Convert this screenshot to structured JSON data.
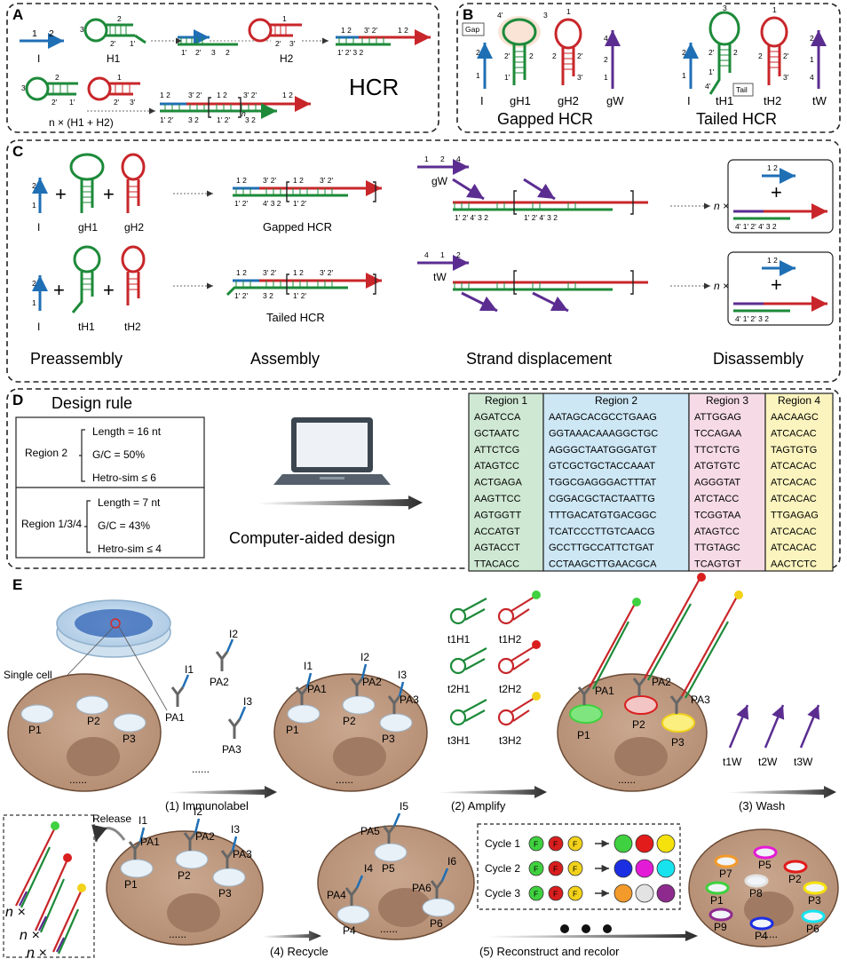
{
  "panels": {
    "A": {
      "label": "A",
      "title": "HCR",
      "strands": {
        "initiator": "I",
        "hairpin1": "H1",
        "hairpin2": "H2",
        "repeat": "n × (H1 + H2)"
      }
    },
    "B": {
      "label": "B",
      "gap_title": "Gapped HCR",
      "tail_title": "Tailed  HCR",
      "gap_tag": "Gap",
      "tail_tag": "Tail",
      "gapped_strands": [
        "I",
        "gH1",
        "gH2",
        "gW"
      ],
      "tailed_strands": [
        "I",
        "tH1",
        "tH2",
        "tW"
      ]
    },
    "C": {
      "label": "C",
      "gapped_caption": "Gapped HCR",
      "tailed_caption": "Tailed HCR",
      "wash_gapped": "gW",
      "wash_tailed": "tW",
      "repeat": "n ×",
      "steps": [
        "Preassembly",
        "Assembly",
        "Strand displacement",
        "Disassembly"
      ],
      "gapped_strands": [
        "I",
        "gH1",
        "gH2"
      ],
      "tailed_strands": [
        "I",
        "tH1",
        "tH2"
      ]
    },
    "D": {
      "label": "D",
      "title": "Design rule",
      "rule_region2": {
        "name": "Region 2",
        "length": "Length = 16 nt",
        "gc": "G/C = 50%",
        "hetero": "Hetro-sim ≤ 6"
      },
      "rule_region134": {
        "name": "Region 1/3/4",
        "length": "Length = 7 nt",
        "gc": "G/C = 43%",
        "hetero": "Hetro-sim ≤ 4"
      },
      "caption": "Computer-aided design",
      "table": {
        "headers": [
          "Region 1",
          "Region 2",
          "Region 3",
          "Region 4"
        ],
        "colors": [
          "#cfe8d3",
          "#cde7f5",
          "#f6dbe6",
          "#fbf4be"
        ],
        "rows": [
          [
            "AGATCCA",
            "AATAGCACGCCTGAAG",
            "ATTGGAG",
            "AACAAGC"
          ],
          [
            "GCTAATC",
            "GGTAAACAAAGGCTGC",
            "TCCAGAA",
            "ATCACAC"
          ],
          [
            "ATTCTCG",
            "AGGGCTAATGGGATGT",
            "TTCTCTG",
            "TAGTGTG"
          ],
          [
            "ATAGTCC",
            "GTCGCTGCTACCAAAT",
            "ATGTGTC",
            "ATCACAC"
          ],
          [
            "ACTGAGA",
            "TGGCGAGGGACTTTAT",
            "AGGGTAT",
            "ATCACAC"
          ],
          [
            "AAGTTCC",
            "CGGACGCTACTAATTG",
            "ATCTACC",
            "ATCACAC"
          ],
          [
            "AGTGGTT",
            "TTTGACATGTGACGGC",
            "TCGGTAA",
            "TTGAGAG"
          ],
          [
            "ACCATGT",
            "TCATCCCTTGTCAACG",
            "ATAGTCC",
            "ATCACAC"
          ],
          [
            "AGTACCT",
            "GCCTTGCCATTCTGAT",
            "TTGTAGC",
            "ATCACAC"
          ],
          [
            "TTACACC",
            "CCTAAGCTTGAACGCA",
            "TCAGTGT",
            "AACTCTC"
          ]
        ]
      }
    },
    "E": {
      "label": "E",
      "single_cell": "Single cell",
      "steps": [
        "(1) Immunolabel",
        "(2) Amplify",
        "(3) Wash",
        "(4) Recycle",
        "(5) Reconstruct and recolor"
      ],
      "release": "Release",
      "dots": "......",
      "proteins": [
        "P1",
        "P2",
        "P3",
        "P4",
        "P5",
        "P6",
        "P7",
        "P8",
        "P9"
      ],
      "antibodies": [
        "PA1",
        "PA2",
        "PA3",
        "PA4",
        "PA5",
        "PA6"
      ],
      "initiators": [
        "I1",
        "I2",
        "I3",
        "I4",
        "I5",
        "I6"
      ],
      "hairpins": [
        "t1H1",
        "t1H2",
        "t2H1",
        "t2H2",
        "t3H1",
        "t3H2"
      ],
      "washers": [
        "t1W",
        "t2W",
        "t3W"
      ],
      "cycles": [
        "Cycle 1",
        "Cycle 2",
        "Cycle 3"
      ],
      "fluor": "F",
      "fluor_colors": [
        "#3fd13f",
        "#d91e1e",
        "#f2d21a"
      ],
      "cycle_colors": [
        [
          "#3fd13f",
          "#e21b1b",
          "#f5e20c"
        ],
        [
          "#1b2ee2",
          "#e41bd6",
          "#17e3ee"
        ],
        [
          "#f29a2a",
          "#e3e3e3",
          "#8e2a8e"
        ]
      ],
      "repeat": "n ×"
    }
  }
}
